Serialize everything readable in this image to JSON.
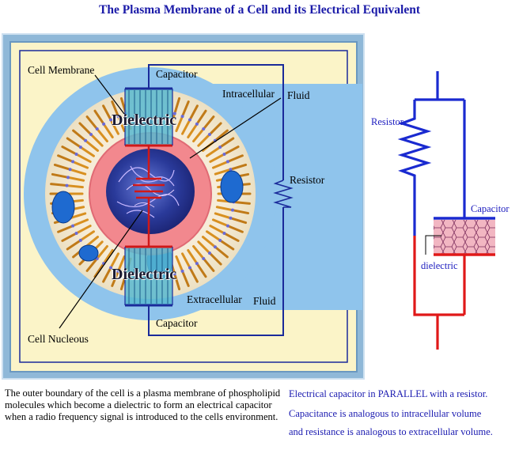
{
  "title": "The Plasma Membrane of a Cell and its Electrical Equivalent",
  "labels": {
    "cell_membrane": "Cell Membrane",
    "capacitor_top": "Capacitor",
    "intracellular": "Intracellular",
    "fluid_top": "Fluid",
    "dielectric_top": "Dielectric",
    "resistor": "Resistor",
    "dielectric_bottom": "Dielectric",
    "extracellular": "Extracellular",
    "fluid_bottom": "Fluid",
    "capacitor_bottom": "Capacitor",
    "cell_nucleous": "Cell Nucleous"
  },
  "circuit": {
    "resistor": "Resistor",
    "capacitor": "Capacitor",
    "dielectric": "dielectric"
  },
  "caption": "The outer boundary of the cell is a plasma membrane of phospholipid molecules which become a dielectric to form an electrical capacitor when a radio frequency signal is introduced to the cells environment.",
  "notes": {
    "line1": "Electrical capacitor in PARALLEL with a resistor.",
    "line2": "Capacitance is analogous to intracellular volume",
    "line3": "and resistance is analogous to extracellular volume."
  }
}
